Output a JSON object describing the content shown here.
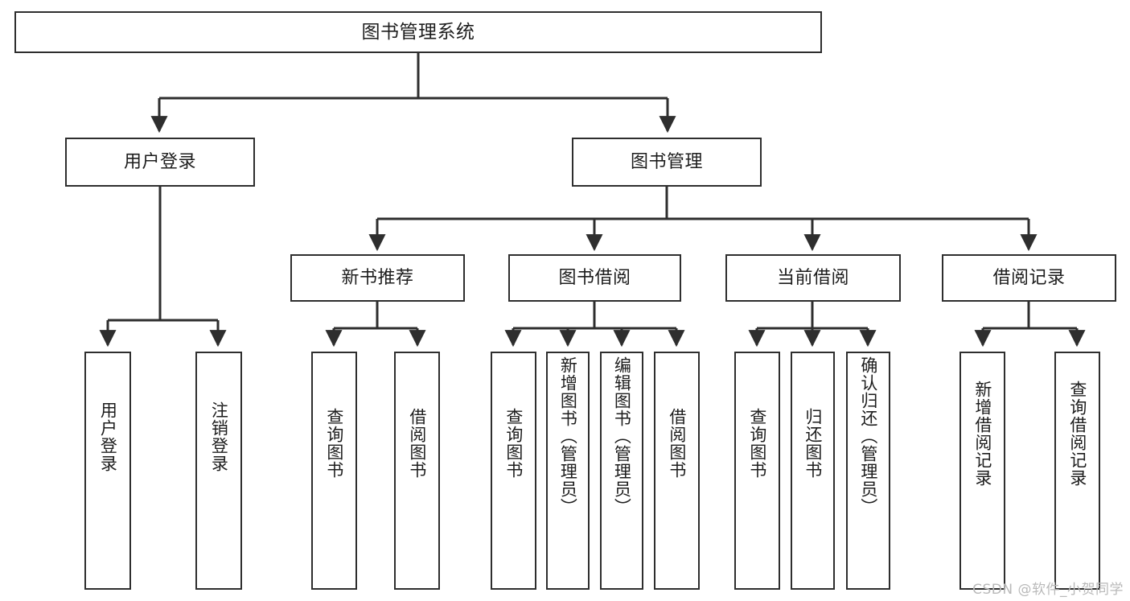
{
  "diagram": {
    "title": "图书管理系统",
    "type": "tree-hierarchy-diagram",
    "colors": {
      "box_border": "#2e2e2e",
      "box_fill": "#ffffff",
      "edge": "#2e2e2e",
      "text": "#1d1d1d",
      "watermark": "#b9b9b9",
      "background": "#ffffff"
    },
    "nodes": {
      "root": {
        "label": "图书管理系统"
      },
      "level2": [
        {
          "id": "user-login",
          "label": "用户登录"
        },
        {
          "id": "book-management",
          "label": "图书管理"
        }
      ],
      "level3": [
        {
          "id": "new-book-recommend",
          "label": "新书推荐"
        },
        {
          "id": "book-borrow",
          "label": "图书借阅"
        },
        {
          "id": "current-borrow",
          "label": "当前借阅"
        },
        {
          "id": "borrow-record",
          "label": "借阅记录"
        }
      ],
      "leaves": {
        "user_login": [
          {
            "id": "leaf-user-login",
            "label": "用户登录"
          },
          {
            "id": "leaf-logout-login",
            "label": "注销登录"
          }
        ],
        "new_book_recommend": [
          {
            "id": "leaf-query-book-1",
            "label": "查询图书"
          },
          {
            "id": "leaf-borrow-book-1",
            "label": "借阅图书"
          }
        ],
        "book_borrow": [
          {
            "id": "leaf-query-book-2",
            "label": "查询图书"
          },
          {
            "id": "leaf-add-book",
            "label": "新增图书（管理员）"
          },
          {
            "id": "leaf-edit-book",
            "label": "编辑图书（管理员）"
          },
          {
            "id": "leaf-borrow-book-2",
            "label": "借阅图书"
          }
        ],
        "current_borrow": [
          {
            "id": "leaf-query-book-3",
            "label": "查询图书"
          },
          {
            "id": "leaf-return-book",
            "label": "归还图书"
          },
          {
            "id": "leaf-confirm-return",
            "label": "确认归还（管理员）"
          }
        ],
        "borrow_record": [
          {
            "id": "leaf-add-borrow-record",
            "label": "新增借阅记录"
          },
          {
            "id": "leaf-query-borrow-record",
            "label": "查询借阅记录"
          }
        ]
      }
    },
    "watermark": "CSDN @软件_小贺同学"
  }
}
